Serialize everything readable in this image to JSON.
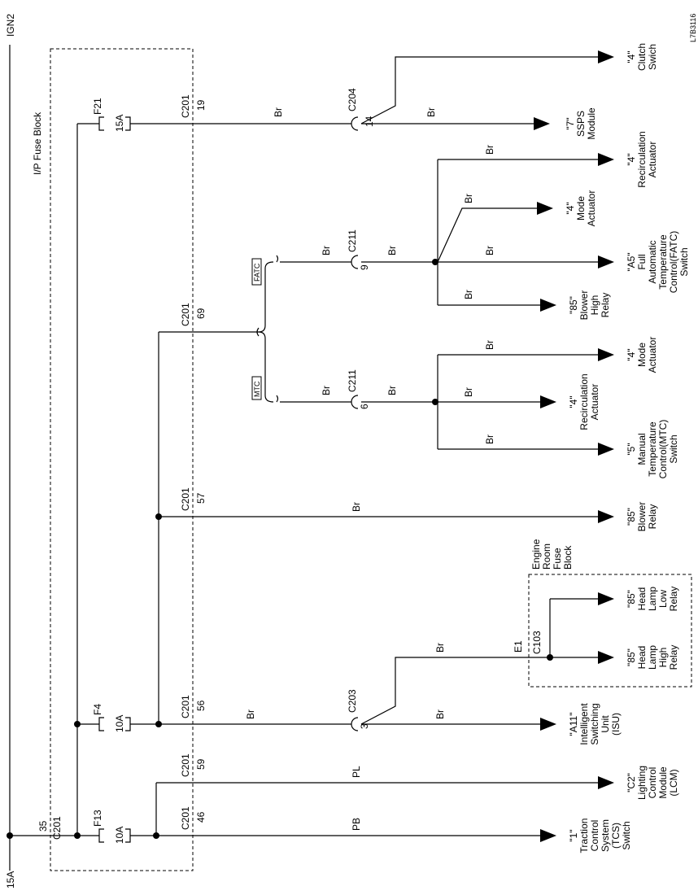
{
  "power": {
    "source_left": "15A",
    "source_right": "IGN2"
  },
  "figure_code": "L7B3116",
  "fuse_block": {
    "label": "I/P Fuse Block",
    "input_connector": "C201",
    "input_pin": "35",
    "fuses": [
      {
        "id": "f21",
        "name": "F21",
        "rating": "15A"
      },
      {
        "id": "f4",
        "name": "F4",
        "rating": "10A"
      },
      {
        "id": "f13",
        "name": "F13",
        "rating": "10A"
      }
    ]
  },
  "connector_pins": [
    {
      "id": "c201-19",
      "connector": "C201",
      "pin": "19"
    },
    {
      "id": "c201-69",
      "connector": "C201",
      "pin": "69"
    },
    {
      "id": "c201-57",
      "connector": "C201",
      "pin": "57"
    },
    {
      "id": "c201-56",
      "connector": "C201",
      "pin": "56"
    },
    {
      "id": "c201-59",
      "connector": "C201",
      "pin": "59"
    },
    {
      "id": "c201-46",
      "connector": "C201",
      "pin": "46"
    }
  ],
  "inline_connectors": [
    {
      "id": "c204",
      "connector": "C204",
      "pin": "14"
    },
    {
      "id": "c211-fatc",
      "connector": "C211",
      "pin": "9"
    },
    {
      "id": "c211-mtc",
      "connector": "C211",
      "pin": "6"
    },
    {
      "id": "c203",
      "connector": "C203",
      "pin": "3"
    }
  ],
  "options": {
    "fatc": "FATC",
    "mtc": "MTC"
  },
  "wire_colors": {
    "br": "Br",
    "pl": "PL",
    "pb": "PB"
  },
  "engine_room_fuse_block": {
    "label_lines": [
      "Engine",
      "Room",
      "Fuse",
      "Block"
    ],
    "connector": "C103",
    "pin": "E1"
  },
  "loads": [
    {
      "id": "clutch",
      "pin": "\"4\"",
      "lines": [
        "Clutch",
        "Swich"
      ]
    },
    {
      "id": "ssps",
      "pin": "\"7\"",
      "lines": [
        "SSPS",
        "Module"
      ]
    },
    {
      "id": "recirc-fatc",
      "pin": "\"4\"",
      "lines": [
        "Recirculation",
        "Actuator"
      ]
    },
    {
      "id": "mode-fatc",
      "pin": "\"4\"",
      "lines": [
        "Mode",
        "Actuator"
      ]
    },
    {
      "id": "fatc-switch",
      "pin": "\"A5\"",
      "lines": [
        "Full",
        "Automatic",
        "Temperature",
        "Control(FATC)",
        "Switch"
      ]
    },
    {
      "id": "blower-high",
      "pin": "\"85\"",
      "lines": [
        "Blower",
        "High",
        "Relay"
      ]
    },
    {
      "id": "mode-mtc",
      "pin": "\"4\"",
      "lines": [
        "Mode",
        "Actuator"
      ]
    },
    {
      "id": "recirc-mtc",
      "pin": "\"4\"",
      "lines": [
        "Recirculation",
        "Actuator"
      ]
    },
    {
      "id": "mtc-switch",
      "pin": "\"5\"",
      "lines": [
        "Manual",
        "Temperature",
        "Control(MTC)",
        "Switch"
      ]
    },
    {
      "id": "blower-relay",
      "pin": "\"85\"",
      "lines": [
        "Blower",
        "Relay"
      ]
    },
    {
      "id": "headlamp-low",
      "pin": "\"85\"",
      "lines": [
        "Head",
        "Lamp",
        "Low",
        "Relay"
      ]
    },
    {
      "id": "headlamp-high",
      "pin": "\"85\"",
      "lines": [
        "Head",
        "Lamp",
        "High",
        "Relay"
      ]
    },
    {
      "id": "isu",
      "pin": "\"A11\"",
      "lines": [
        "Intelligent",
        "Switching",
        "Unit",
        "(ISU)"
      ]
    },
    {
      "id": "lcm",
      "pin": "\"C2\"",
      "lines": [
        "Lighting",
        "Control",
        "Module",
        "(LCM)"
      ]
    },
    {
      "id": "tcs",
      "pin": "\"1\"",
      "lines": [
        "Traction",
        "Control",
        "System",
        "(TCS)",
        "Switch"
      ]
    }
  ]
}
